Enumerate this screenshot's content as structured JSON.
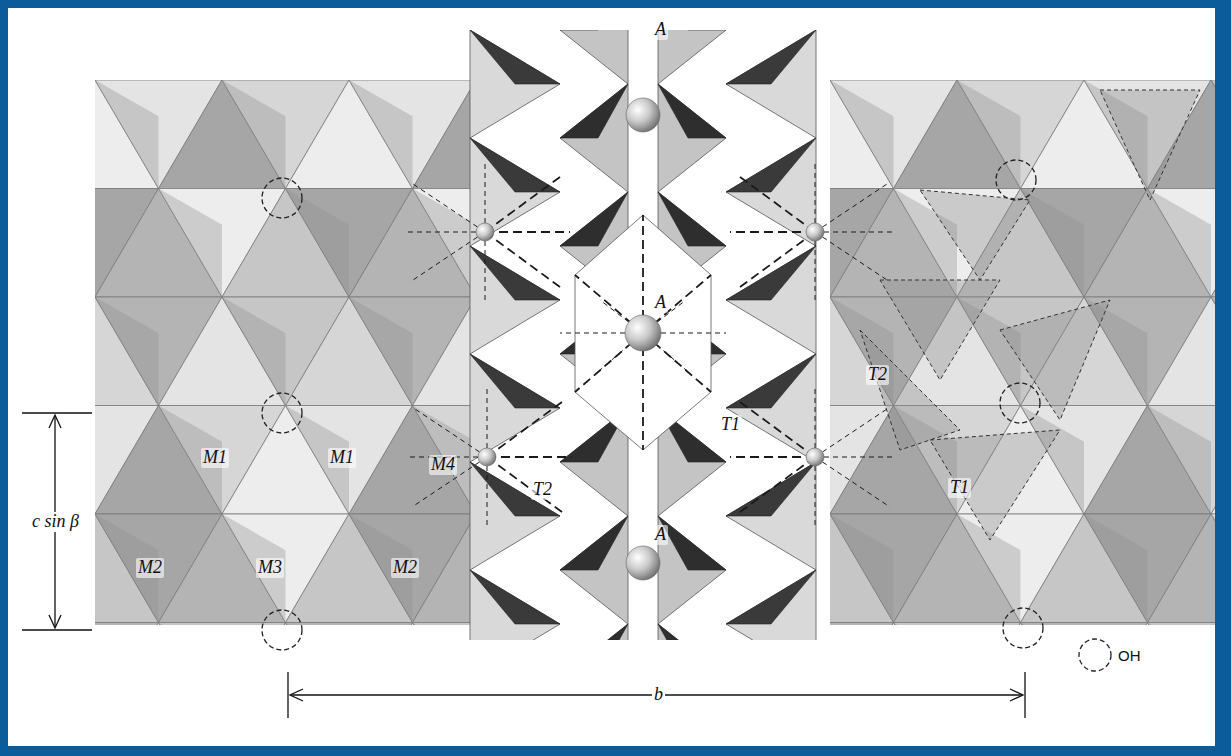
{
  "diagram": {
    "labels": [
      "A",
      "A",
      "A",
      "M1",
      "M1",
      "M2",
      "M3",
      "M2",
      "M4",
      "T2",
      "T1",
      "T2",
      "T1",
      "c sin β",
      "b"
    ],
    "legend": [
      {
        "text": "OH"
      }
    ]
  }
}
